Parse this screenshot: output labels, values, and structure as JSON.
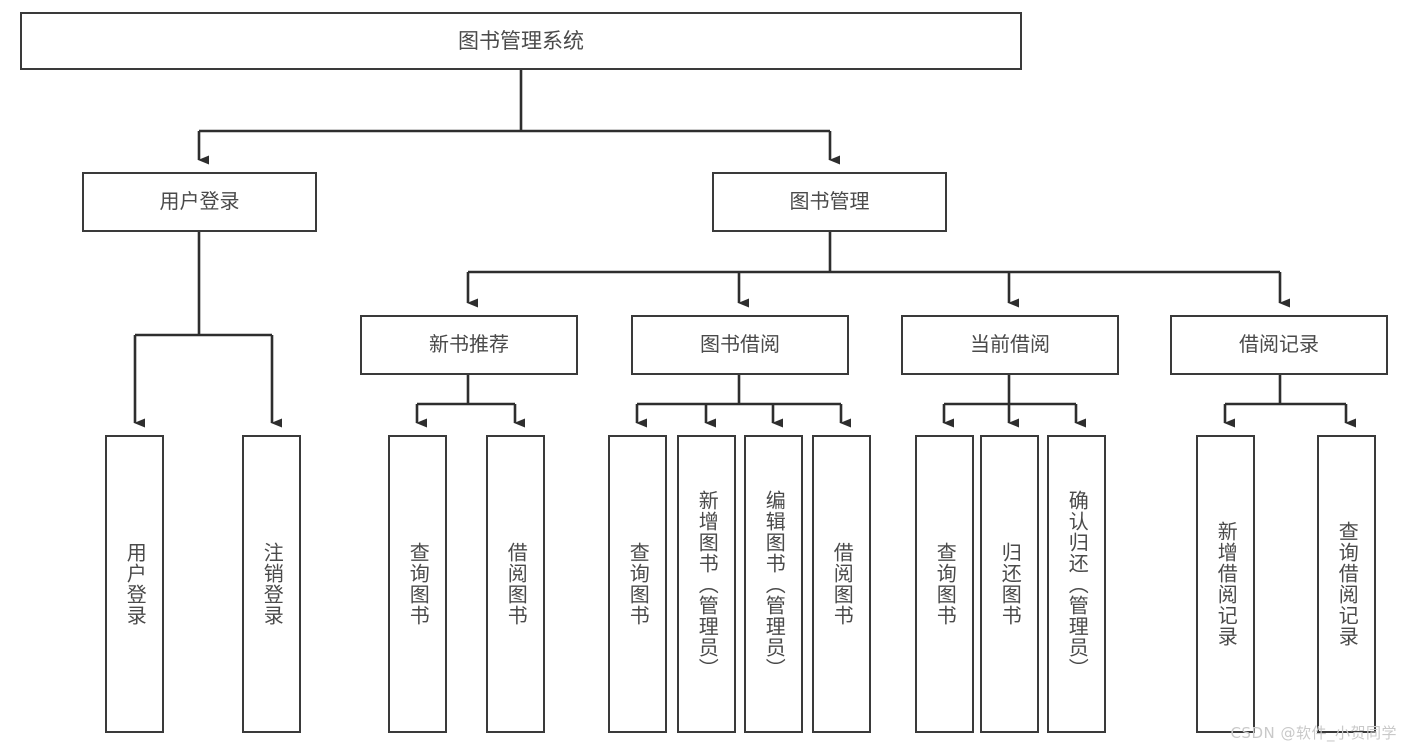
{
  "diagram": {
    "title": "图书管理系统",
    "type": "tree",
    "stroke_color": "#3a3a3a",
    "text_color": "#4a4a4a",
    "background_color": "#ffffff",
    "nodes": {
      "root": {
        "label": "图书管理系统"
      },
      "level1": [
        {
          "id": "user-login",
          "label": "用户登录"
        },
        {
          "id": "book-manage",
          "label": "图书管理"
        }
      ],
      "level2": [
        {
          "id": "new-book-recommend",
          "label": "新书推荐"
        },
        {
          "id": "book-borrow",
          "label": "图书借阅"
        },
        {
          "id": "current-borrow",
          "label": "当前借阅"
        },
        {
          "id": "borrow-record",
          "label": "借阅记录"
        }
      ],
      "leaves": {
        "user_login": [
          {
            "id": "leaf-user-login",
            "label": "用户登录"
          },
          {
            "id": "leaf-logout-login",
            "label": "注销登录"
          }
        ],
        "new_book_recommend": [
          {
            "id": "leaf-query-book-1",
            "label": "查询图书"
          },
          {
            "id": "leaf-borrow-book-1",
            "label": "借阅图书"
          }
        ],
        "book_borrow": [
          {
            "id": "leaf-query-book-2",
            "label": "查询图书"
          },
          {
            "id": "leaf-add-book",
            "label": "新增图书（管理员）"
          },
          {
            "id": "leaf-edit-book",
            "label": "编辑图书（管理员）"
          },
          {
            "id": "leaf-borrow-book-2",
            "label": "借阅图书"
          }
        ],
        "current_borrow": [
          {
            "id": "leaf-query-book-3",
            "label": "查询图书"
          },
          {
            "id": "leaf-return-book",
            "label": "归还图书"
          },
          {
            "id": "leaf-confirm-return",
            "label": "确认归还（管理员）"
          }
        ],
        "borrow_record": [
          {
            "id": "leaf-add-record",
            "label": "新增借阅记录"
          },
          {
            "id": "leaf-query-record",
            "label": "查询借阅记录"
          }
        ]
      }
    }
  },
  "watermark": {
    "text": "CSDN @软件_小贺同学"
  }
}
